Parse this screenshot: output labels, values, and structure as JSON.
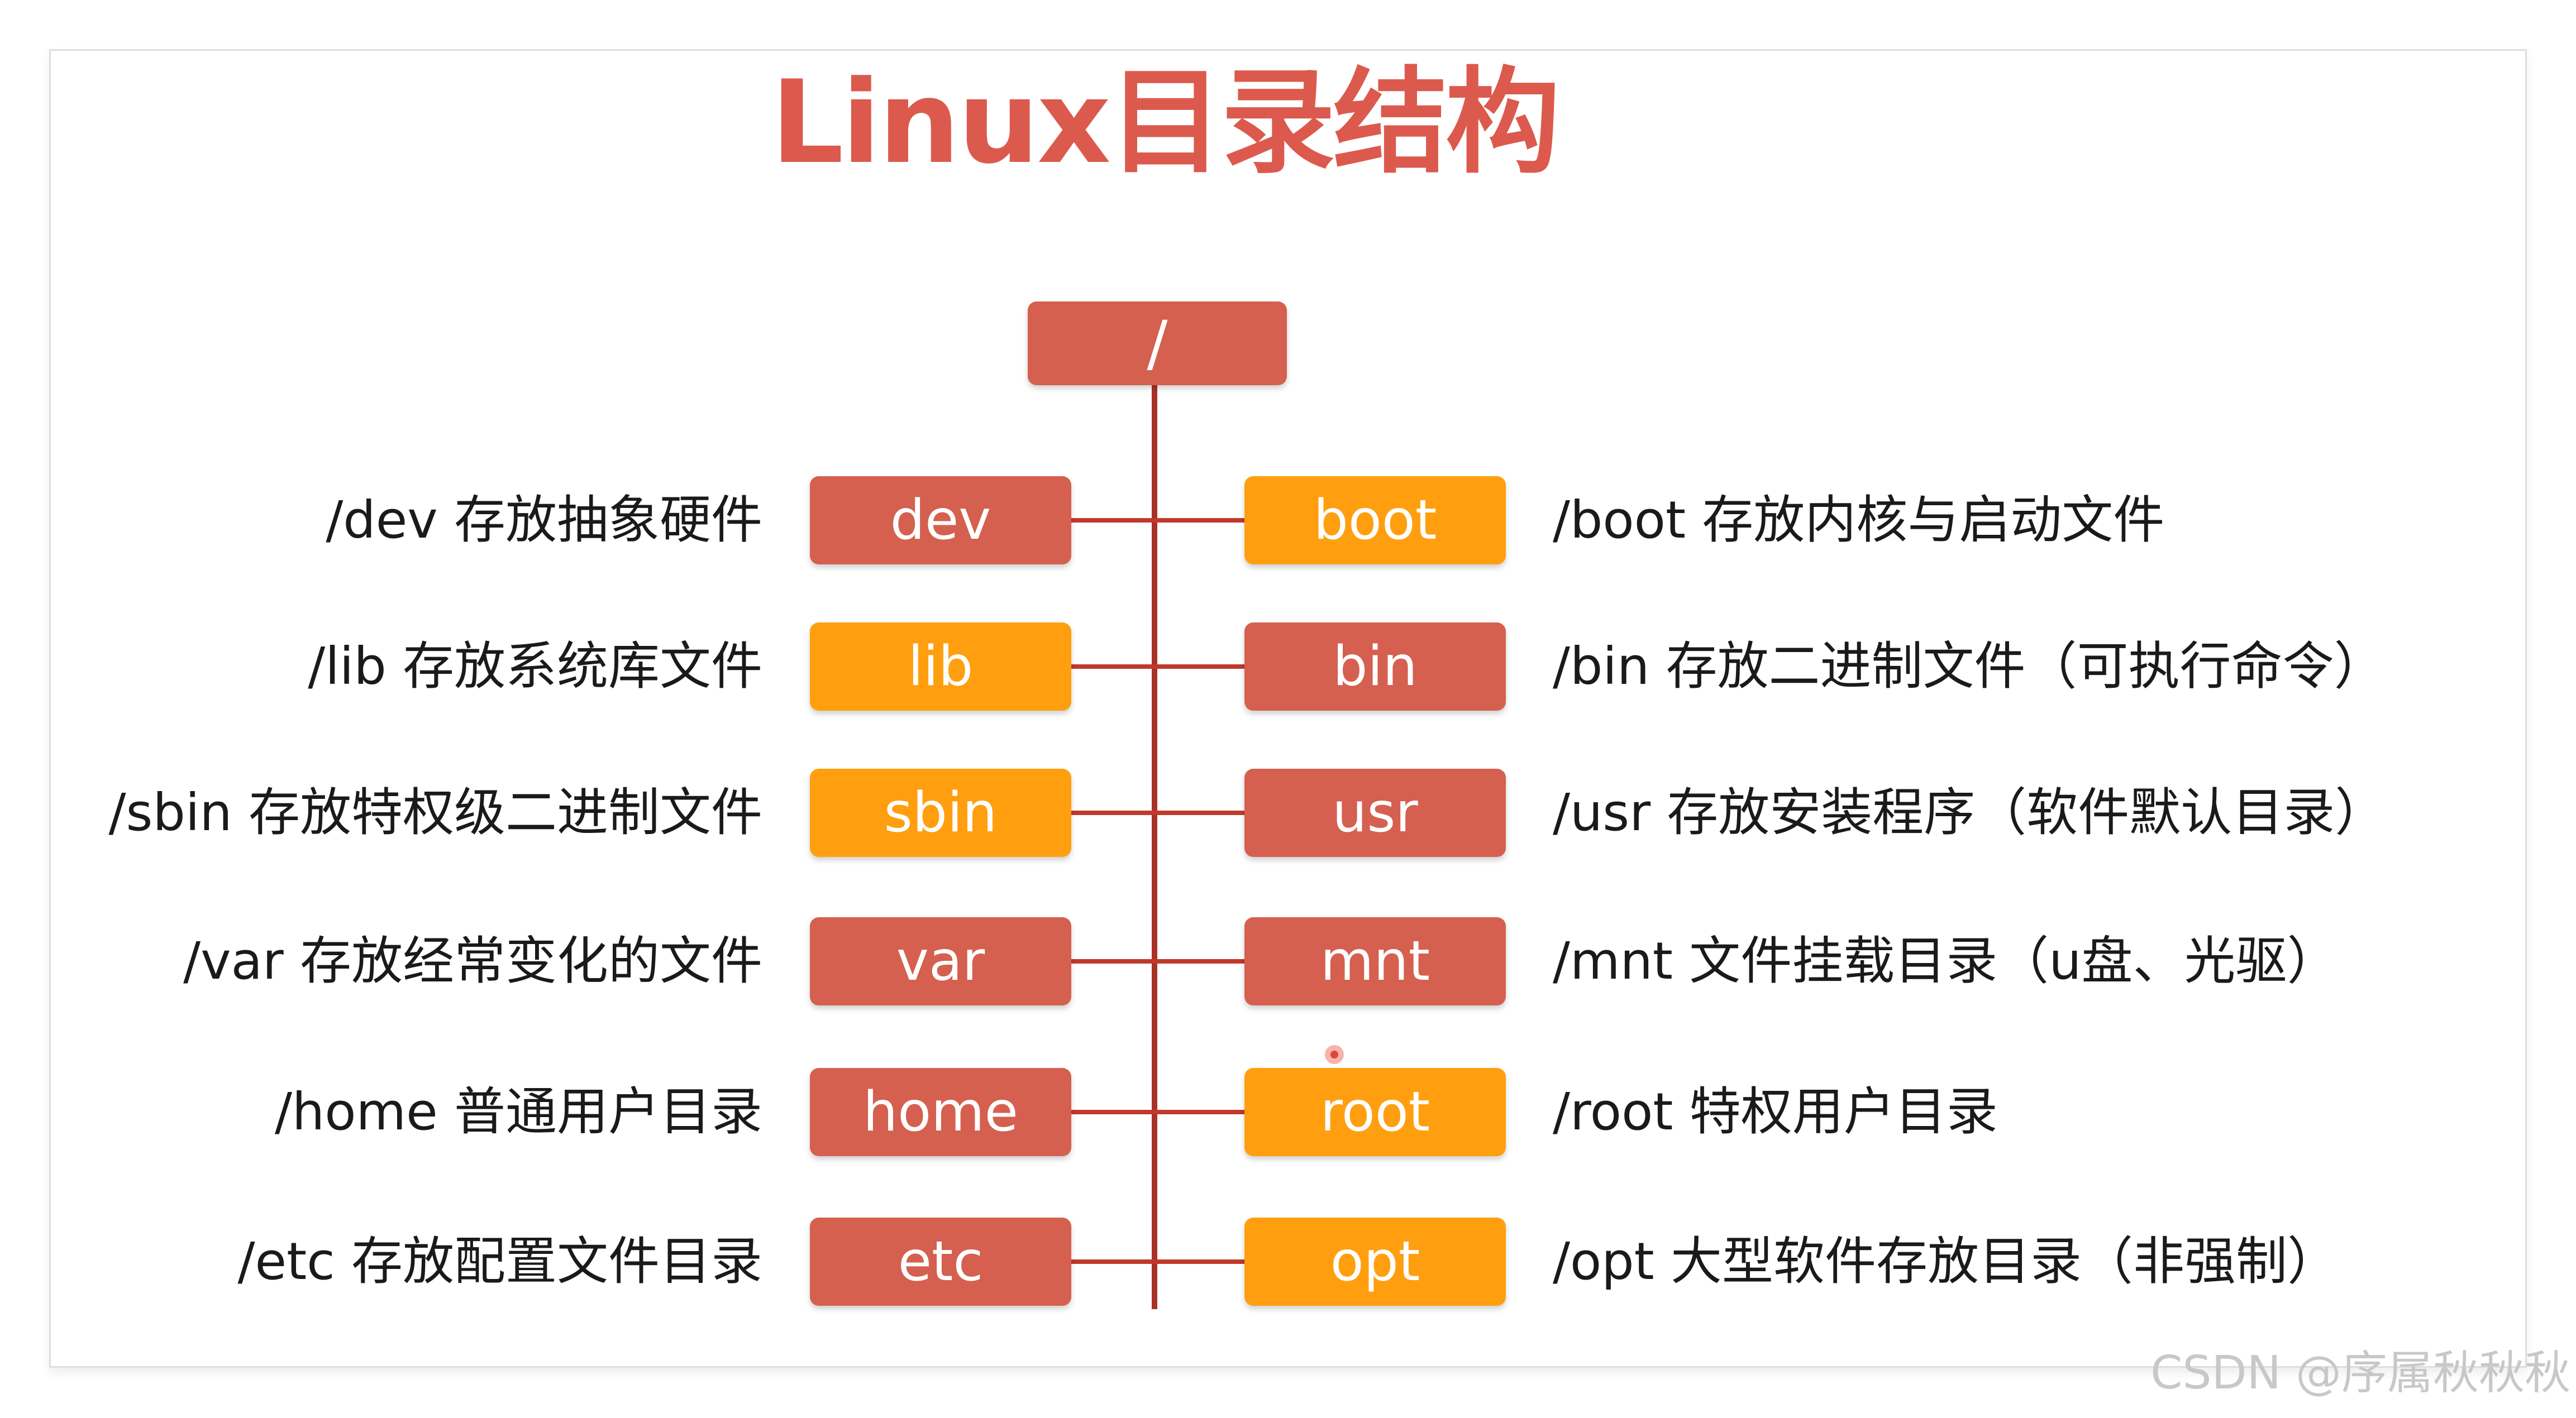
{
  "title": "Linux目录结构",
  "root": {
    "label": "/"
  },
  "left": [
    {
      "label": "dev",
      "color": "red",
      "desc": "/dev 存放抽象硬件"
    },
    {
      "label": "lib",
      "color": "orange",
      "desc": "/lib 存放系统库文件"
    },
    {
      "label": "sbin",
      "color": "orange",
      "desc": "/sbin 存放特权级二进制文件"
    },
    {
      "label": "var",
      "color": "red",
      "desc": "/var 存放经常变化的文件"
    },
    {
      "label": "home",
      "color": "red",
      "desc": "/home 普通用户目录"
    },
    {
      "label": "etc",
      "color": "red",
      "desc": "/etc 存放配置文件目录"
    }
  ],
  "right": [
    {
      "label": "boot",
      "color": "orange",
      "desc": "/boot 存放内核与启动文件"
    },
    {
      "label": "bin",
      "color": "red",
      "desc": "/bin 存放二进制文件（可执行命令）"
    },
    {
      "label": "usr",
      "color": "red",
      "desc": "/usr 存放安装程序（软件默认目录）"
    },
    {
      "label": "mnt",
      "color": "red",
      "desc": "/mnt 文件挂载目录（u盘、光驱）"
    },
    {
      "label": "root",
      "color": "orange",
      "desc": "/root 特权用户目录"
    },
    {
      "label": "opt",
      "color": "orange",
      "desc": "/opt 大型软件存放目录（非强制）"
    }
  ],
  "colors": {
    "red": "#d5604f",
    "orange": "#ff9f0f",
    "line": "#a93226",
    "title": "#dc5a4d"
  },
  "watermark": "CSDN @序属秋秋秋"
}
